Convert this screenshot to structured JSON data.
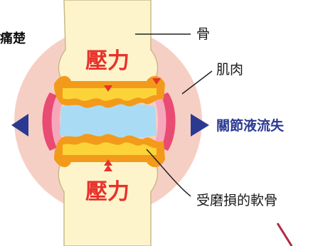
{
  "labels": {
    "corner": "痛楚",
    "bone": "骨",
    "muscle": "肌肉",
    "fluid_loss": "關節液流失",
    "cartilage": "受磨損的軟骨",
    "pressure_top": "壓力",
    "pressure_bottom": "壓力"
  },
  "colors": {
    "halo": "#f6cfc4",
    "bone": "#fdf4cc",
    "bone_outline": "#c9b98a",
    "cartilage_orange": "#f39a1a",
    "cartilage_yellow": "#fcd43a",
    "muscle_pink": "#e94b73",
    "fluid_blue": "#a9dcf4",
    "pressure_red": "#e8322b",
    "arrow_blue": "#2b3a91",
    "leader_line": "#222222",
    "stick": "#b02a43"
  },
  "icons": [
    "pressure-down-arrow",
    "pressure-up-arrow",
    "outward-arrow-left",
    "outward-arrow-right"
  ]
}
